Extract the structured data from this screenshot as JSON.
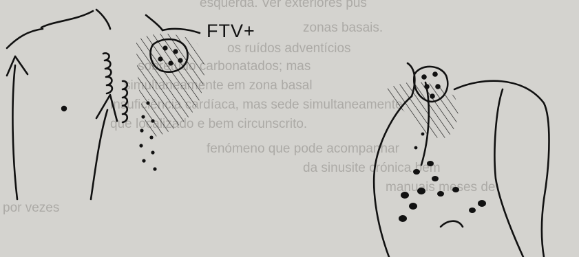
{
  "figure": {
    "label": "FTV+"
  },
  "background_text": [
    "esquerda. Ver exteriores pus",
    "zonas basais.",
    "os ruídos adventícios",
    "sobretudo carbonatados; mas",
    "simultaneamente em zona basal",
    "insuficiência cardíaca, mas sede simultaneamente",
    "que localizado e bem circunscrito.",
    "fenómeno que pode acompanhar",
    "da sinusite crónica bem",
    "manuais meses de",
    "por vezes"
  ],
  "colors": {
    "paper": "#d4d3cf",
    "ink": "#111111",
    "ghost_text": "#8c8a86"
  }
}
